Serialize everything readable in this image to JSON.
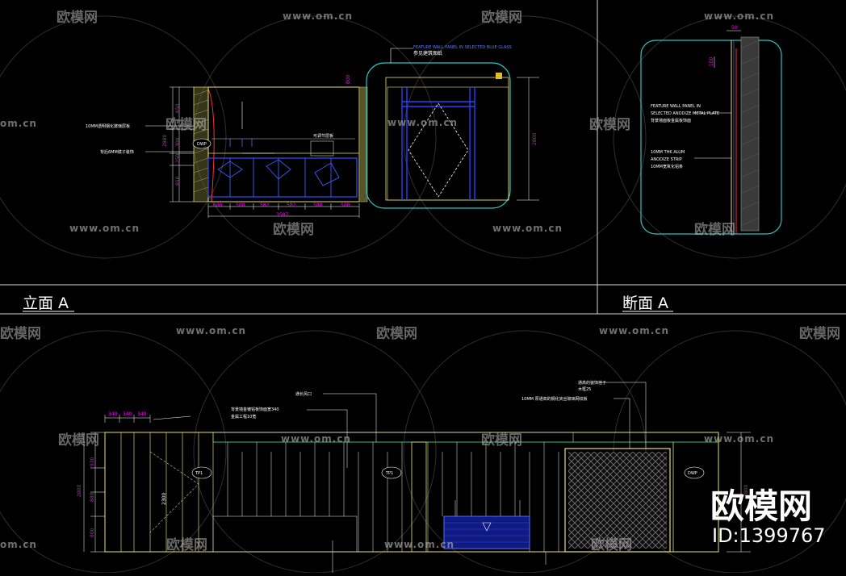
{
  "titles": {
    "elevation": "立面 A",
    "section": "断面 A"
  },
  "elevA": {
    "note_blue": "FEATURE WALL PANEL IN SELECTED BLUE GLASS",
    "note_ref": "参见建筑图纸",
    "note_glass": "10MM透明钢化玻璃层板",
    "note_mirror": "背后6MM镜子装饰",
    "note_shelf": "可调节层板",
    "tag_dwp": "DWP",
    "dims": [
      "600",
      "500",
      "582",
      "582",
      "580",
      "500"
    ],
    "dim_total": "3507",
    "dim_height": "2880",
    "dims_v": [
      "850",
      "250",
      "300",
      "650"
    ],
    "dim_top": "800",
    "dim_detail": "2800"
  },
  "sectionA": {
    "note1_l1": "FEATURE WALL PANEL IN",
    "note1_l2": "SELECTED ANODIZE METAL PLATE",
    "note1_cn": "背景墙面板金属板饰面",
    "note2_l1": "10MM THK ALUM",
    "note2_l2": "ANODIZE STRIP",
    "note2_cn": "10MM宽氧化铝条",
    "dim_top": "50",
    "dim_side": "100"
  },
  "elevB": {
    "note_vent": "通长风口",
    "note_panel": "背景墙金镀铝板饰面宽340",
    "note_frame": "金属工程10宽",
    "note_rod": "通高的装饰挂子",
    "note_rod2": "木框25",
    "note_glass": "10MM 厚通高的钢化夹丝玻璃网纹板",
    "tag_tp1": "TP1",
    "tag_dwp": "DWP",
    "dims_top": [
      "340",
      "340",
      "340"
    ],
    "dim_height": "2800",
    "dims_v": [
      "930",
      "880",
      "800"
    ],
    "dim_inner": "2300",
    "dim_right": "2800"
  },
  "watermark": {
    "brand": "欧模网",
    "brand_short": "欧模网",
    "url": "www.om.cn",
    "url_short": "om.cn"
  },
  "brand": {
    "name": "欧模网",
    "id": "ID:1399767"
  }
}
